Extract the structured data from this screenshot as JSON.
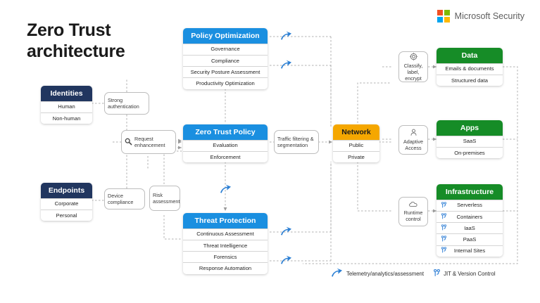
{
  "page": {
    "title_line1": "Zero Trust",
    "title_line2": "architecture",
    "brand": "Microsoft Security"
  },
  "colors": {
    "blue": "#1a8fe0",
    "navy": "#21365f",
    "green": "#168c27",
    "amber": "#f5a700",
    "telemetry_icon": "#2b7fd4",
    "jit_icon": "#3b86d8"
  },
  "pillars": {
    "policy_optimization": {
      "title": "Policy Optimization",
      "header_color": "#1a8fe0",
      "rows": [
        "Governance",
        "Compliance",
        "Security Posture Assessment",
        "Productivity Optimization"
      ]
    },
    "identities": {
      "title": "Identities",
      "header_color": "#21365f",
      "rows": [
        "Human",
        "Non-human"
      ]
    },
    "endpoints": {
      "title": "Endpoints",
      "header_color": "#21365f",
      "rows": [
        "Corporate",
        "Personal"
      ]
    },
    "zero_trust_policy": {
      "title": "Zero Trust Policy",
      "header_color": "#1a8fe0",
      "rows": [
        "Evaluation",
        "Enforcement"
      ]
    },
    "threat_protection": {
      "title": "Threat Protection",
      "header_color": "#1a8fe0",
      "rows": [
        "Continuous Assessment",
        "Threat Intelligence",
        "Forensics",
        "Response Automation"
      ]
    },
    "network": {
      "title": "Network",
      "header_color": "#f5a700",
      "rows": [
        "Public",
        "Private"
      ]
    },
    "data": {
      "title": "Data",
      "header_color": "#168c27",
      "rows": [
        "Emails & documents",
        "Structured data"
      ]
    },
    "apps": {
      "title": "Apps",
      "header_color": "#168c27",
      "rows": [
        "SaaS",
        "On-premises"
      ]
    },
    "infrastructure": {
      "title": "Infrastructure",
      "header_color": "#168c27",
      "rows": [
        "Serverless",
        "Containers",
        "IaaS",
        "PaaS",
        "Internal Sites"
      ]
    }
  },
  "connectors": {
    "strong_authentication": "Strong authentication",
    "device_compliance": "Device compliance",
    "risk_assessment": "Risk assessment",
    "request_enhancement": "Request enhancement",
    "traffic_filtering": "Traffic filtering & segmentation",
    "classify_label_encrypt": "Classify, label, encrypt",
    "adaptive_access": "Adaptive Access",
    "runtime_control": "Runtime control"
  },
  "legend": {
    "telemetry": "Telemetry/analytics/assessment",
    "jit": "JIT & Version Control"
  },
  "icons": {
    "magnifier": "magnifier-icon",
    "classify": "classify-label-encrypt-icon",
    "adaptive": "adaptive-access-icon",
    "runtime": "runtime-control-cloud-icon",
    "telemetry": "telemetry-arrow-icon",
    "jit": "jit-version-control-icon"
  }
}
